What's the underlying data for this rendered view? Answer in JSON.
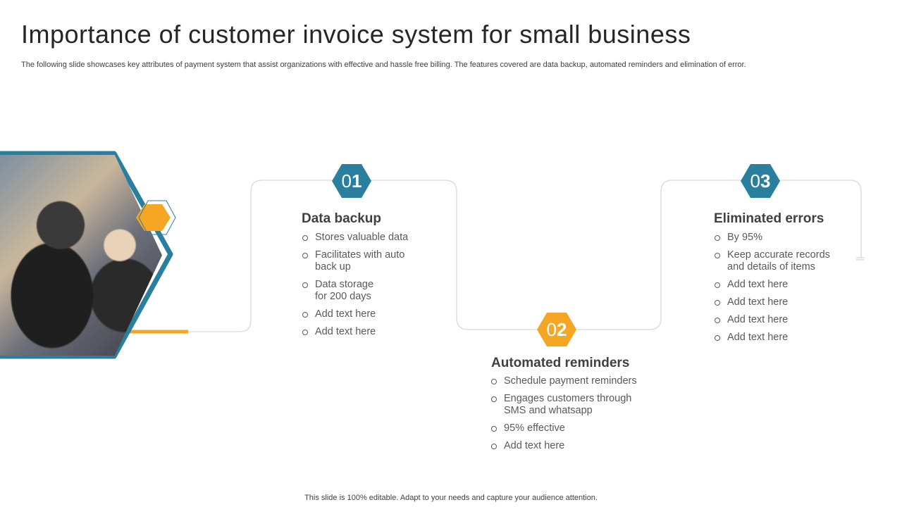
{
  "title": "Importance of customer invoice system for small business",
  "subtitle": "The following slide showcases key attributes of payment system that assist organizations with effective and hassle free billing. The features covered are data backup, automated reminders and elimination of error.",
  "footer": "This slide is 100% editable. Adapt to your needs and capture your audience attention.",
  "colors": {
    "teal": "#2a7f9e",
    "orange": "#f5a623",
    "line": "#d9d9d9"
  },
  "steps": [
    {
      "number_lead": "0",
      "number_tail": "1",
      "title": "Data backup",
      "badge_color": "#2a7f9e",
      "bullets": [
        "Stores valuable data",
        "Facilitates with auto back up",
        "Data storage for 200 days",
        "Add text here",
        "Add text here"
      ]
    },
    {
      "number_lead": "0",
      "number_tail": "2",
      "title": "Automated reminders",
      "badge_color": "#f5a623",
      "bullets": [
        "Schedule payment reminders",
        "Engages customers through SMS and whatsapp",
        "95% effective",
        "Add text here"
      ]
    },
    {
      "number_lead": "0",
      "number_tail": "3",
      "title": "Eliminated errors",
      "badge_color": "#2a7f9e",
      "bullets": [
        "By 95%",
        "Keep accurate records and details of items",
        "Add text here",
        "Add text here",
        "Add text here",
        "Add text here"
      ]
    }
  ]
}
